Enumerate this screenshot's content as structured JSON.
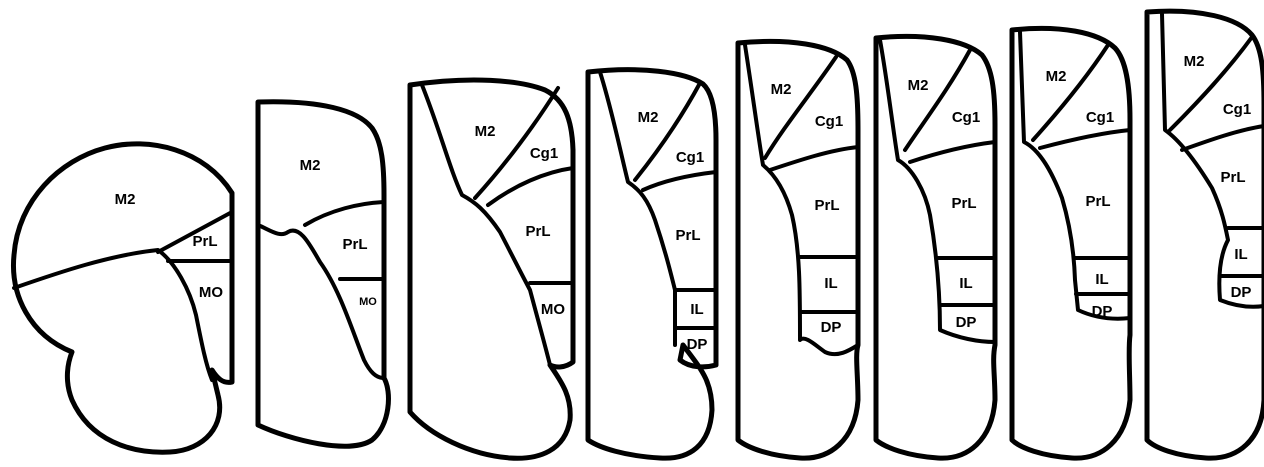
{
  "sections": [
    {
      "regions": [
        "M2",
        "PrL",
        "MO"
      ]
    },
    {
      "regions": [
        "M2",
        "PrL",
        "MO"
      ]
    },
    {
      "regions": [
        "M2",
        "Cg1",
        "PrL",
        "MO"
      ]
    },
    {
      "regions": [
        "M2",
        "Cg1",
        "PrL",
        "IL",
        "DP"
      ]
    },
    {
      "regions": [
        "M2",
        "Cg1",
        "PrL",
        "IL",
        "DP"
      ]
    },
    {
      "regions": [
        "M2",
        "Cg1",
        "PrL",
        "IL",
        "DP"
      ]
    },
    {
      "regions": [
        "M2",
        "Cg1",
        "PrL",
        "IL",
        "DP"
      ]
    },
    {
      "regions": [
        "M2",
        "Cg1",
        "PrL",
        "IL",
        "DP"
      ]
    }
  ],
  "colors": {
    "line": "#000000",
    "background": "#ffffff"
  }
}
